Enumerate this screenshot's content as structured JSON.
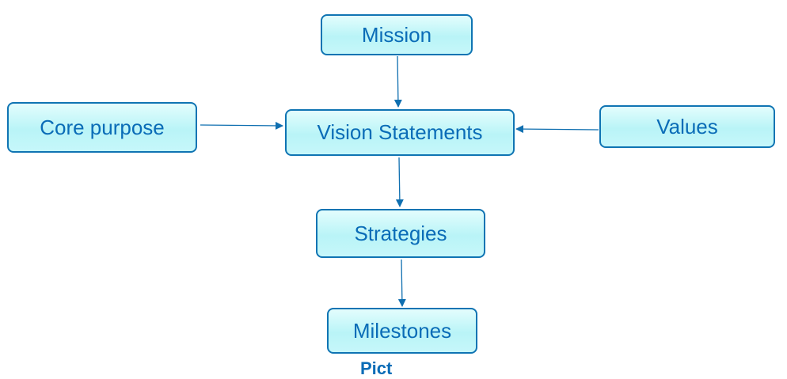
{
  "colors": {
    "border": "#0f74b3",
    "text": "#0a6cb7",
    "fill_light": "#e3fdfd",
    "fill_mid": "#b9f4f7",
    "arrow": "#0f6fb0"
  },
  "nodes": {
    "mission": "Mission",
    "core_purpose": "Core purpose",
    "vision_statements": "Vision Statements",
    "values": "Values",
    "strategies": "Strategies",
    "milestones": "Milestones"
  },
  "edges": [
    {
      "from": "Mission",
      "to": "Vision Statements"
    },
    {
      "from": "Core purpose",
      "to": "Vision Statements"
    },
    {
      "from": "Values",
      "to": "Vision Statements"
    },
    {
      "from": "Vision Statements",
      "to": "Strategies"
    },
    {
      "from": "Strategies",
      "to": "Milestones"
    }
  ],
  "caption": "Pict"
}
